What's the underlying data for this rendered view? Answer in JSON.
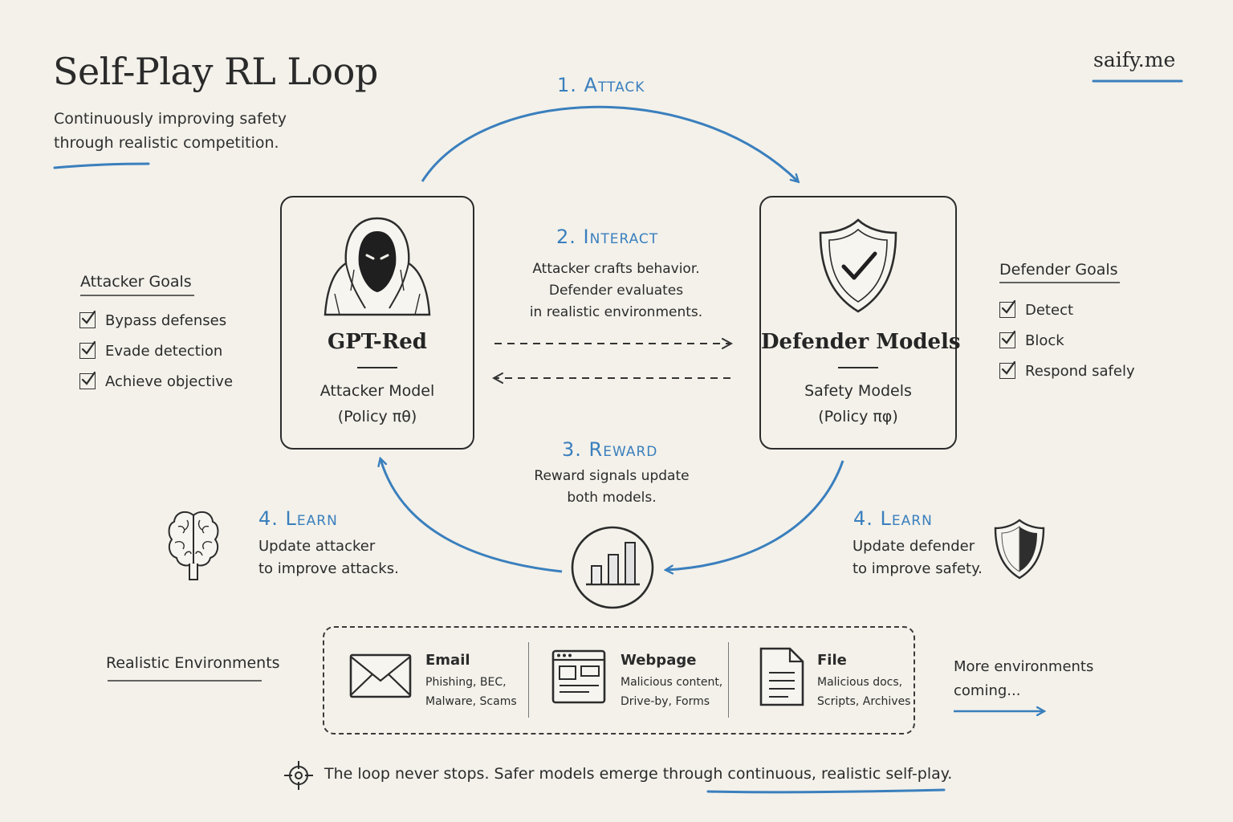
{
  "header": {
    "title": "Self-Play RL Loop",
    "subtitle": "Continuously improving safety through realistic competition.",
    "brand": "saify.me"
  },
  "steps": {
    "attack": "1. Attack",
    "interact": "2. Interact",
    "interact_desc": [
      "Attacker crafts behavior.",
      "Defender evaluates",
      "in realistic environments."
    ],
    "reward": "3. Reward",
    "reward_desc": [
      "Reward signals update",
      "both models."
    ],
    "learn_left": "4. Learn",
    "learn_left_desc": [
      "Update attacker",
      "to improve attacks."
    ],
    "learn_right": "4. Learn",
    "learn_right_desc": [
      "Update defender",
      "to improve safety."
    ]
  },
  "attacker": {
    "name": "GPT-Red",
    "role": "Attacker Model",
    "policy": "(Policy πθ)"
  },
  "defender": {
    "name": "Defender Models",
    "role": "Safety Models",
    "policy": "(Policy πφ)"
  },
  "attacker_goals": {
    "title": "Attacker Goals",
    "items": [
      "Bypass defenses",
      "Evade detection",
      "Achieve objective"
    ]
  },
  "defender_goals": {
    "title": "Defender Goals",
    "items": [
      "Detect",
      "Block",
      "Respond safely"
    ]
  },
  "environments": {
    "label": "Realistic Environments",
    "items": [
      {
        "title": "Email",
        "desc": [
          "Phishing, BEC,",
          "Malware, Scams"
        ],
        "icon": "envelope-icon"
      },
      {
        "title": "Webpage",
        "desc": [
          "Malicious content,",
          "Drive-by, Forms"
        ],
        "icon": "webpage-icon"
      },
      {
        "title": "File",
        "desc": [
          "Malicious docs,",
          "Scripts, Archives"
        ],
        "icon": "document-icon"
      }
    ],
    "more": [
      "More environments",
      "coming..."
    ]
  },
  "footer": {
    "text": "The loop never stops. Safer models emerge through continuous, realistic self-play."
  },
  "colors": {
    "background": "#f3f1ea",
    "accent_blue": "#3a7fbd",
    "ink": "#2b2b2b"
  }
}
